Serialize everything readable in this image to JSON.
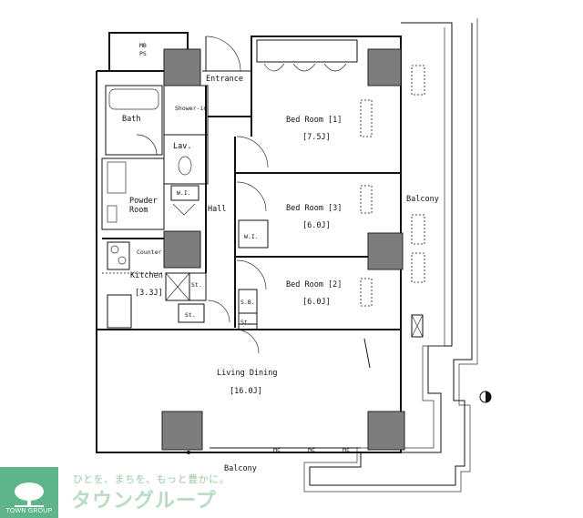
{
  "plan": {
    "mbps": "MB\nPS",
    "entrance": "Entrance",
    "bath": "Bath",
    "shower": "Shower-in",
    "lav": "Lav.",
    "wic": "W.I.",
    "powder": "Powder\nRoom",
    "hall": "Hall",
    "counter": "Counter",
    "kitchen": "Kitchen",
    "kitchen_size": "[3.3J]",
    "bed1": "Bed Room [1]",
    "bed1_size": "[7.5J]",
    "bed3": "Bed Room [3]",
    "bed3_size": "[6.0J]",
    "bed2": "Bed Room [2]",
    "bed2_size": "[6.0J]",
    "living": "Living Dining",
    "living_size": "[16.0J]",
    "balcony_right": "Balcony",
    "balcony_bottom": "Balcony",
    "st1": "St.",
    "st2": "St.",
    "st3": "St.",
    "ws": "W.I.",
    "sb": "S.B.",
    "mc1": "Mc",
    "mc2": "Mc",
    "mc3": "Mc"
  },
  "brand": {
    "logo_caption": "TOWN GROUP",
    "tagline": "ひとを、まちを、もっと豊かに。",
    "name": "タウングループ"
  }
}
